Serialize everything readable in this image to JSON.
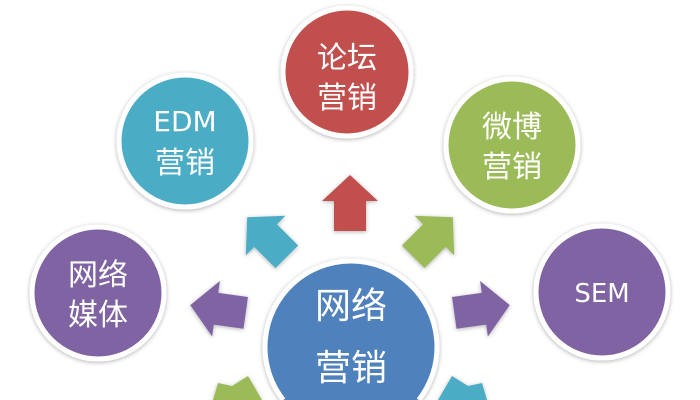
{
  "center": {
    "line1": "网络",
    "line2": "营销",
    "color": "#4f81bd"
  },
  "nodes": [
    {
      "id": "forum",
      "line1": "论坛",
      "line2": "营销",
      "color": "#c0504d"
    },
    {
      "id": "edm",
      "line1": "EDM",
      "line2": "营销",
      "color": "#4bacc6"
    },
    {
      "id": "weibo",
      "line1": "微博",
      "line2": "营销",
      "color": "#9bbb59"
    },
    {
      "id": "sem",
      "line1": "SEM",
      "line2": "",
      "color": "#8064a2"
    },
    {
      "id": "media",
      "line1": "网络",
      "line2": "媒体",
      "color": "#8064a2"
    }
  ]
}
